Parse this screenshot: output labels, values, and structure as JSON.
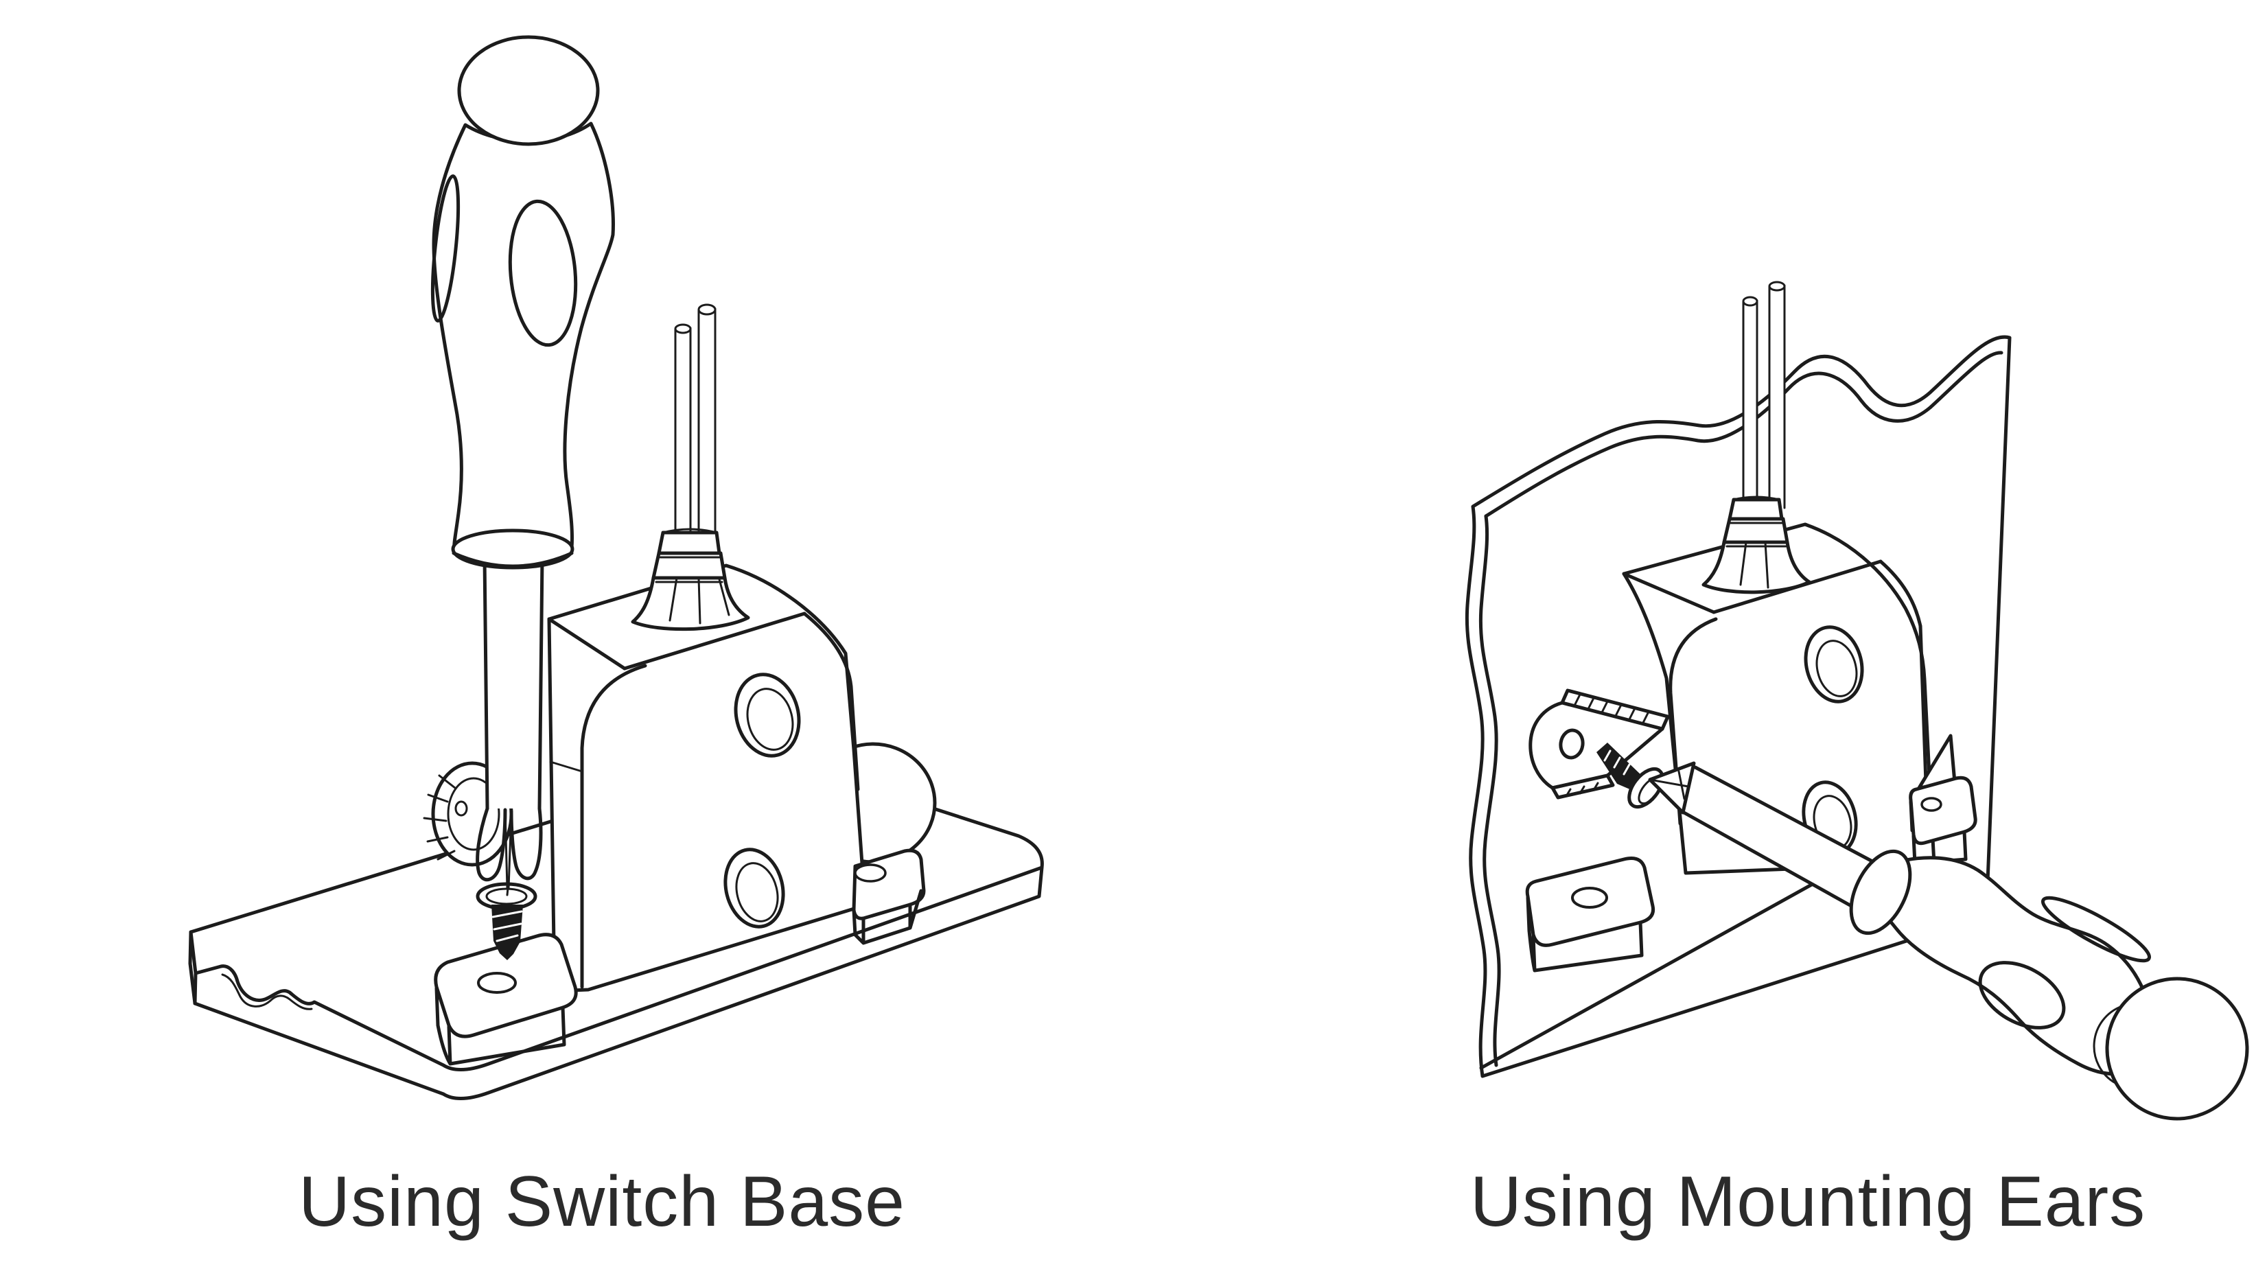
{
  "colors": {
    "background": "#ffffff",
    "line": "#1c1c1c",
    "text": "#2b2b2b",
    "screw_fill": "#1b1b1b"
  },
  "figures": {
    "left": {
      "caption": "Using Switch Base",
      "depicts": "screwdriver driving a screw through the switch base foot into a mounting plate"
    },
    "right": {
      "caption": "Using Mounting Ears",
      "depicts": "screwdriver driving a screw through the switch mounting ear on a panel"
    }
  }
}
